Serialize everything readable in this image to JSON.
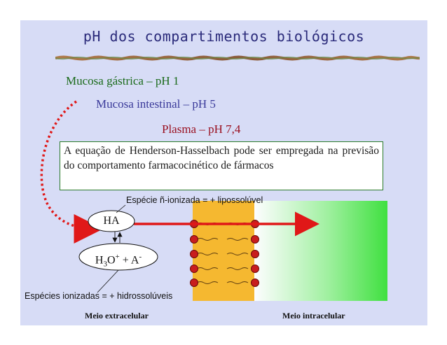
{
  "slide": {
    "title": "pH dos compartimentos biológicos",
    "mucosa_gastrica": "Mucosa gástrica – pH 1",
    "mucosa_intestinal": "Mucosa intestinal – pH 5",
    "plasma": "Plasma – pH 7,4",
    "henderson_text": "A equação de Henderson-Hasselbach pode ser empregada na previsão do comportamento farmacocinético de fármacos",
    "nonionized_label": "Espécie ñ-ionizada = + lipossolúvel",
    "ionized_label": "Espécies ionizadas = + hidrossolúveis",
    "ha_label": "HA",
    "h3o_prefix": "H",
    "h3o_sub": "3",
    "h3o_middle": "O",
    "h3o_sup": "+",
    "h3o_plus": " + A",
    "h3o_sup2": "-",
    "meio_extracelular": "Meio extracelular",
    "meio_intracelular": "Meio intracelular"
  },
  "colors": {
    "background": "#d7dcf6",
    "title": "#2a2a7a",
    "gastric": "#1a6a1a",
    "intestinal": "#3a3a9a",
    "plasma": "#9a1020",
    "arrow_red": "#e01818",
    "membrane_orange": "#f5b830",
    "intracellular_green": "#40e040",
    "lipid_head": "#c81e1e"
  }
}
